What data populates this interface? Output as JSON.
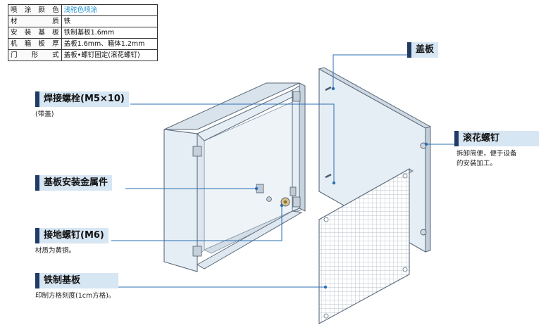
{
  "spec_table": {
    "rows": [
      {
        "key": "喷涂颜色",
        "value": "浅驼色喷涂"
      },
      {
        "key": "材质",
        "value": "铁"
      },
      {
        "key": "安装基板",
        "value": "铁制基板1.6mm"
      },
      {
        "key": "机箱板厚",
        "value": "盖板1.6mm、箱体1.2mm"
      },
      {
        "key": "门形式",
        "value": "盖板•螺钉固定(滚花螺钉)"
      }
    ]
  },
  "callouts": {
    "cover": {
      "label": "盖板"
    },
    "weld_bolt": {
      "label": "焊接螺栓(M5×10)",
      "note": "(带盖)"
    },
    "knurled_screw": {
      "label": "滚花螺钉",
      "note": "拆卸简便，便于设备\n的安装加工。"
    },
    "mount_bracket": {
      "label": "基板安装金属件"
    },
    "ground_screw": {
      "label": "接地螺钉(M6)",
      "note": "材质为黄铜。"
    },
    "base_plate": {
      "label": "铁制基板",
      "note": "印制方格刻度(1cm方格)。"
    }
  },
  "colors": {
    "leader": "#2b6fb3",
    "label_bg": "#d7e6f3",
    "label_bar": "#1f3b66",
    "box_face": "#e6eef5",
    "box_edge": "#5a6a7a",
    "grid": "#c9d2da"
  }
}
